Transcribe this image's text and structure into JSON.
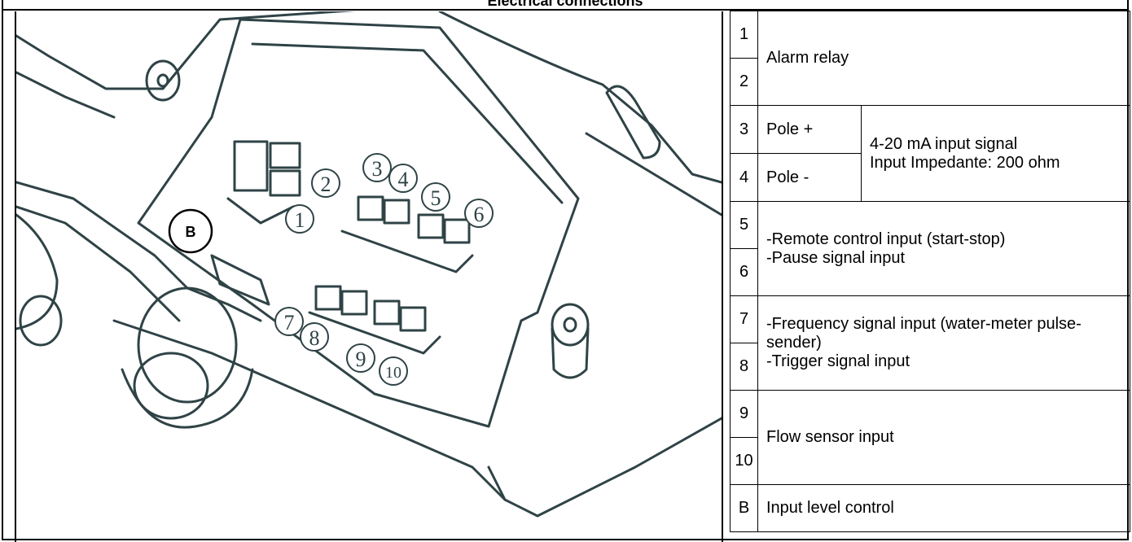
{
  "header": {
    "title": "Electrical connections"
  },
  "drawing": {
    "terminal_b_label": "B"
  },
  "table": {
    "rows": [
      {
        "num": "1",
        "desc": "Alarm relay"
      },
      {
        "num": "2"
      },
      {
        "num": "3",
        "pole": "Pole +",
        "signal": "4-20 mA input signal\nInput Impedante: 200 ohm"
      },
      {
        "num": "4",
        "pole": "Pole -"
      },
      {
        "num": "5",
        "desc": "-Remote control input (start-stop)\n-Pause signal input"
      },
      {
        "num": "6"
      },
      {
        "num": "7",
        "desc": "-Frequency signal input (water-meter pulse-sender)\n-Trigger signal input"
      },
      {
        "num": "8"
      },
      {
        "num": "9",
        "desc": "Flow sensor input"
      },
      {
        "num": "10"
      },
      {
        "num": "B",
        "desc": "Input level control"
      }
    ]
  }
}
